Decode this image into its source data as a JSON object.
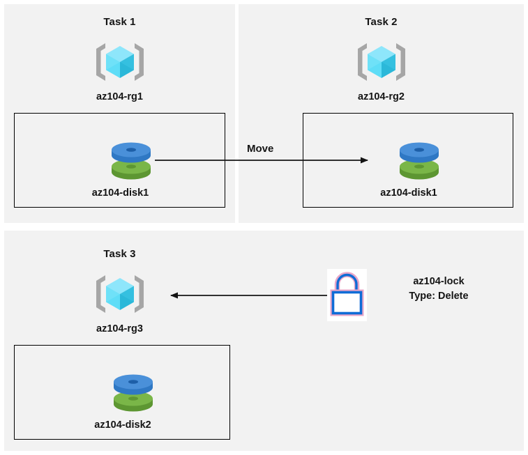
{
  "diagram": {
    "title_hidden": "",
    "background": "#ffffff",
    "panel_background": "#f2f2f2",
    "line_color": "#141414"
  },
  "colors": {
    "rg_cube_light": "#8ee6fb",
    "rg_cube_mid": "#4fd4f5",
    "rg_cube_dark": "#2bb8d9",
    "rg_bracket": "#a6a6a6",
    "disk_blue_top": "#4a90d9",
    "disk_blue_side": "#2f78c4",
    "disk_green_top": "#7ab648",
    "disk_green_side": "#5d9632",
    "lock_blue": "#0f6cd6",
    "lock_pink": "#e8a6c8",
    "lock_bg": "#ffffff",
    "panel": "#f2f2f2",
    "border": "#000000",
    "text": "#141414"
  },
  "panels": [
    {
      "id": "task1",
      "title": "Task 1",
      "resource_group": {
        "icon": "resource-group-icon",
        "label": "az104-rg1"
      },
      "resource": {
        "icon": "managed-disk-icon",
        "label": "az104-disk1"
      }
    },
    {
      "id": "task2",
      "title": "Task 2",
      "resource_group": {
        "icon": "resource-group-icon",
        "label": "az104-rg2"
      },
      "resource": {
        "icon": "managed-disk-icon",
        "label": "az104-disk1"
      }
    },
    {
      "id": "task3",
      "title": "Task 3",
      "resource_group": {
        "icon": "resource-group-icon",
        "label": "az104-rg3"
      },
      "resource": {
        "icon": "managed-disk-icon",
        "label": "az104-disk2"
      }
    }
  ],
  "connectors": {
    "move": {
      "label": "Move",
      "direction": "left-to-right",
      "from": "az104-disk1 (Task 1)",
      "to": "az104-disk1 (Task 2)"
    },
    "lock_applies_to": {
      "label": "",
      "direction": "right-to-left",
      "from": "az104-lock",
      "to": "az104-rg3"
    }
  },
  "lock": {
    "icon": "padlock-icon",
    "name": "az104-lock",
    "type_line": "Type: Delete"
  }
}
